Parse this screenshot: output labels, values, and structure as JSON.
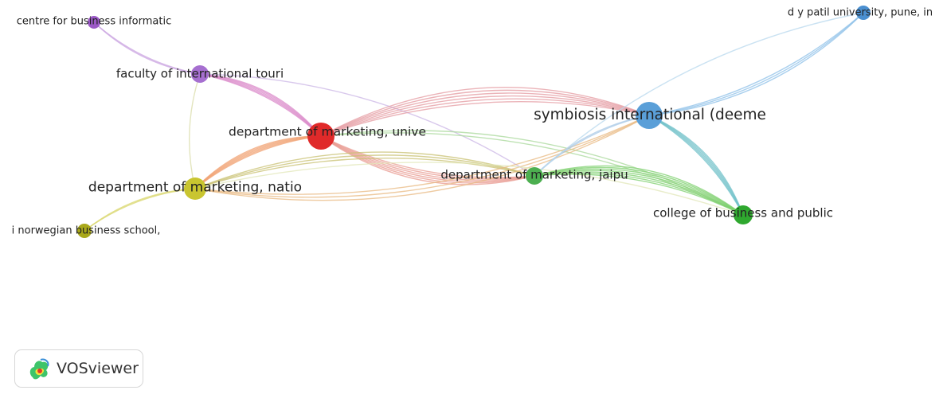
{
  "app": {
    "brand": "VOSviewer"
  },
  "network": {
    "nodes": [
      {
        "id": "n_cbi",
        "label": "centre for business informatic",
        "color": "#9b59c6"
      },
      {
        "id": "n_fit",
        "label": "faculty of international touri",
        "color": "#a66fd0"
      },
      {
        "id": "n_dmu",
        "label": "department of marketing, unive",
        "color": "#e02a2a"
      },
      {
        "id": "n_dmn",
        "label": "department of marketing, natio",
        "color": "#c9c530"
      },
      {
        "id": "n_nbs",
        "label": "i norwegian business school,",
        "color": "#a9a81a"
      },
      {
        "id": "n_sid",
        "label": "symbiosis international (deeme",
        "color": "#5a9fd8"
      },
      {
        "id": "n_dyp",
        "label": "d y patil university, pune, in",
        "color": "#4a8fd0"
      },
      {
        "id": "n_dmj",
        "label": "department of marketing, jaipu",
        "color": "#4caf50"
      },
      {
        "id": "n_cbp",
        "label": "college of business and public",
        "color": "#2fa82f"
      }
    ],
    "links": [
      {
        "from": "n_cbi",
        "to": "n_fit",
        "color": "#c9a3e0",
        "count": 2
      },
      {
        "from": "n_fit",
        "to": "n_dmu",
        "color": "#d987c8",
        "count": 5
      },
      {
        "from": "n_fit",
        "to": "n_dmn",
        "color": "#d9dca8",
        "count": 1
      },
      {
        "from": "n_fit",
        "to": "n_dmj",
        "color": "#cbb6e6",
        "count": 1
      },
      {
        "from": "n_dmu",
        "to": "n_dmn",
        "color": "#f0a070",
        "count": 5
      },
      {
        "from": "n_dmu",
        "to": "n_sid",
        "color": "#e49aa0",
        "count": 6
      },
      {
        "from": "n_dmu",
        "to": "n_dmj",
        "color": "#e89a90",
        "count": 6
      },
      {
        "from": "n_dmu",
        "to": "n_cbp",
        "color": "#a8d89a",
        "count": 2
      },
      {
        "from": "n_dmn",
        "to": "n_nbs",
        "color": "#d8d66a",
        "count": 2
      },
      {
        "from": "n_dmn",
        "to": "n_dmj",
        "color": "#c8c070",
        "count": 3
      },
      {
        "from": "n_dmn",
        "to": "n_sid",
        "color": "#e8b880",
        "count": 3
      },
      {
        "from": "n_dmn",
        "to": "n_cbp",
        "color": "#e2e7b8",
        "count": 1
      },
      {
        "from": "n_sid",
        "to": "n_dyp",
        "color": "#8dc0e8",
        "count": 3
      },
      {
        "from": "n_sid",
        "to": "n_cbp",
        "color": "#6fc0c8",
        "count": 5
      },
      {
        "from": "n_sid",
        "to": "n_dmj",
        "color": "#a8c8e6",
        "count": 2
      },
      {
        "from": "n_dmj",
        "to": "n_cbp",
        "color": "#7ccf6c",
        "count": 7
      },
      {
        "from": "n_dyp",
        "to": "n_dmj",
        "color": "#b8d8ee",
        "count": 1
      }
    ]
  }
}
